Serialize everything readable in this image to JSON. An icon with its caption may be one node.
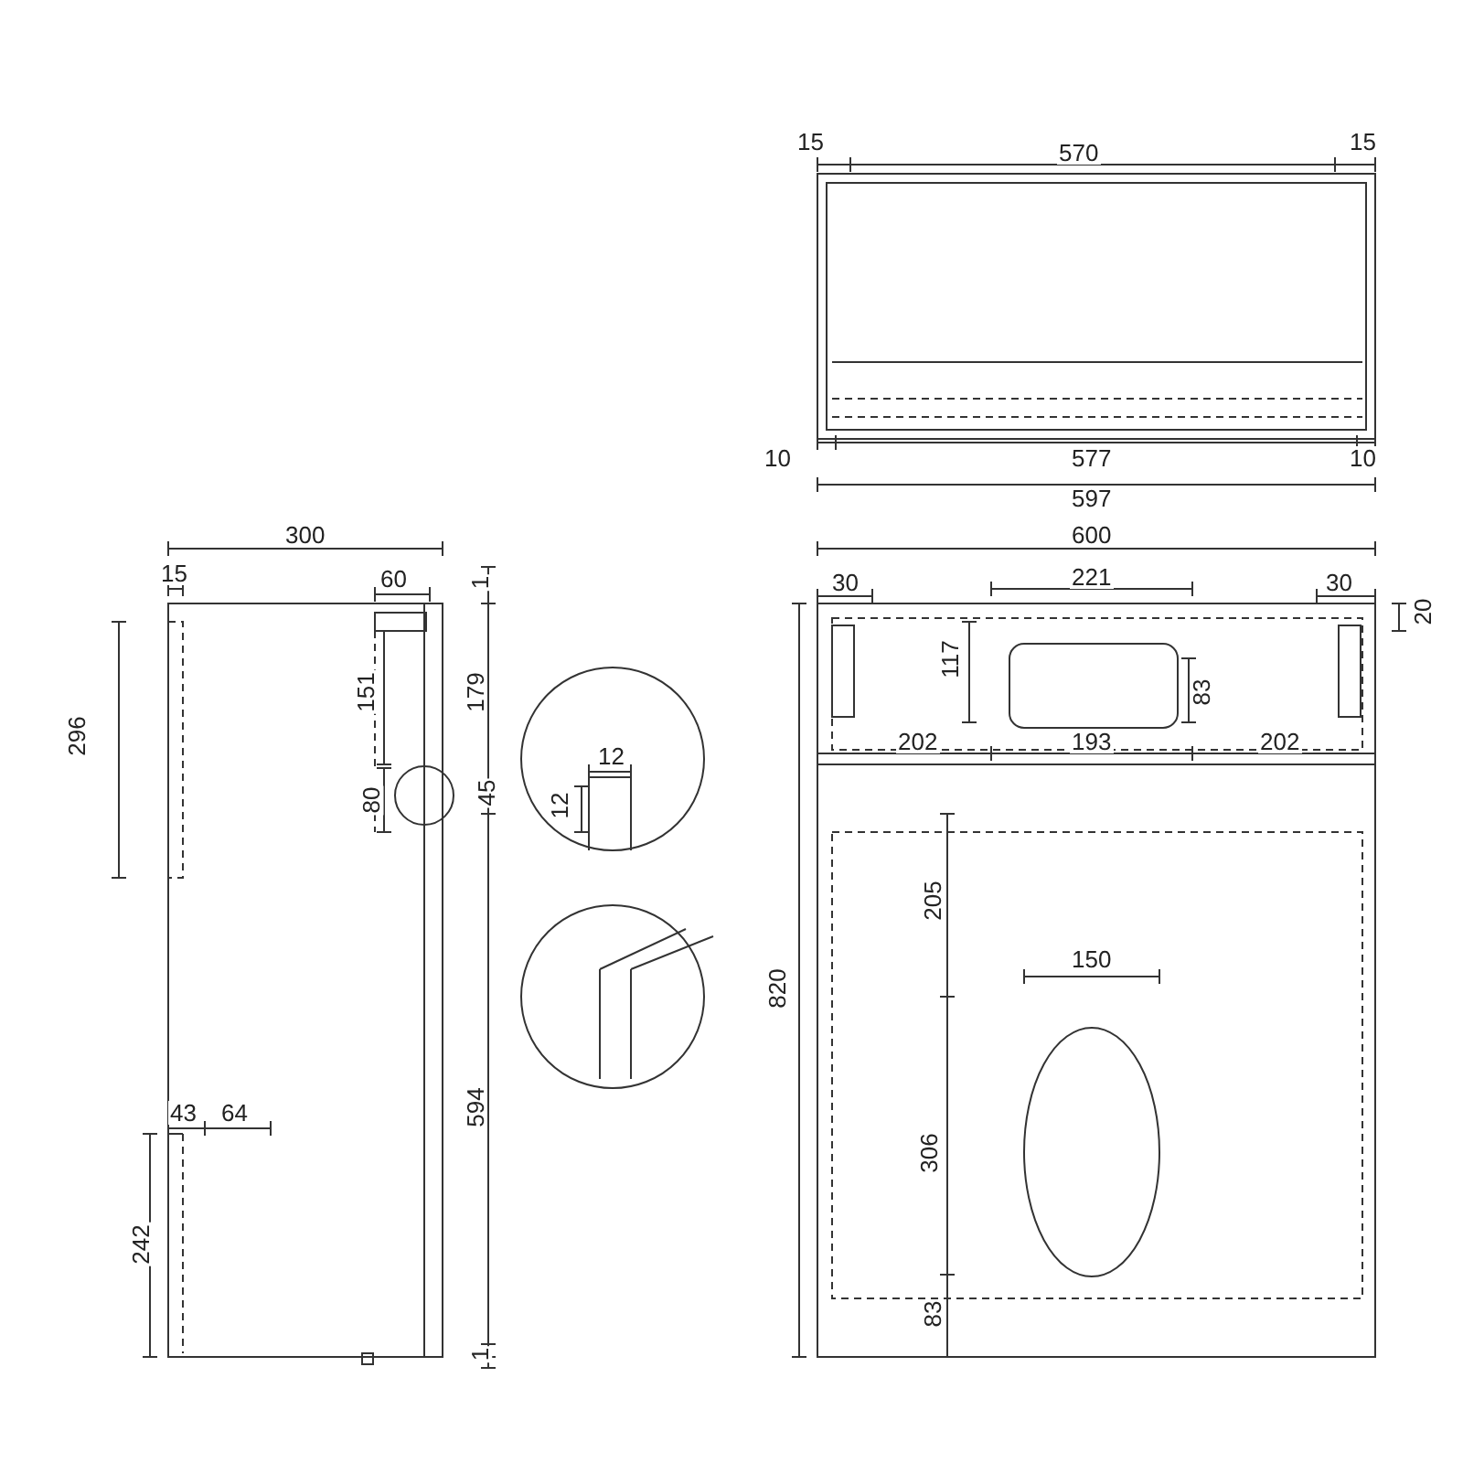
{
  "diagram": {
    "labels": [
      "570",
      "15",
      "15",
      "10",
      "577",
      "10",
      "597",
      "300",
      "15",
      "60",
      "1",
      "296",
      "151",
      "179",
      "80",
      "45",
      "594",
      "43",
      "64",
      "242",
      "1",
      "12",
      "12",
      "600",
      "30",
      "221",
      "30",
      "20",
      "117",
      "83",
      "202",
      "193",
      "202",
      "820",
      "205",
      "150",
      "306",
      "83"
    ]
  }
}
